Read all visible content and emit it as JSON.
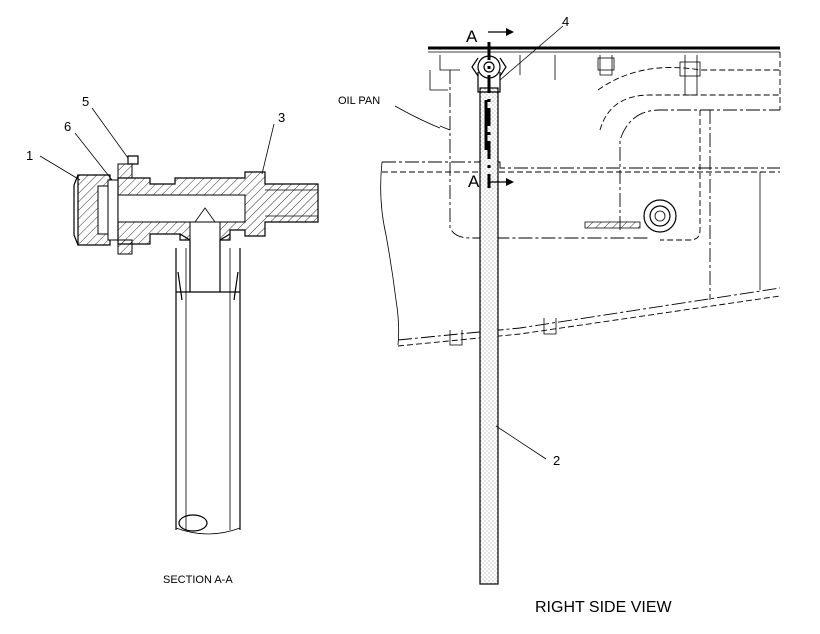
{
  "left_view": {
    "caption": "SECTION A-A",
    "callouts": [
      "1",
      "5",
      "6",
      "3"
    ]
  },
  "right_view": {
    "caption": "RIGHT SIDE VIEW",
    "oil_pan_label": "OIL PAN",
    "section_marker_top": "A",
    "section_marker_bottom": "A",
    "callouts": [
      "4",
      "2"
    ]
  }
}
